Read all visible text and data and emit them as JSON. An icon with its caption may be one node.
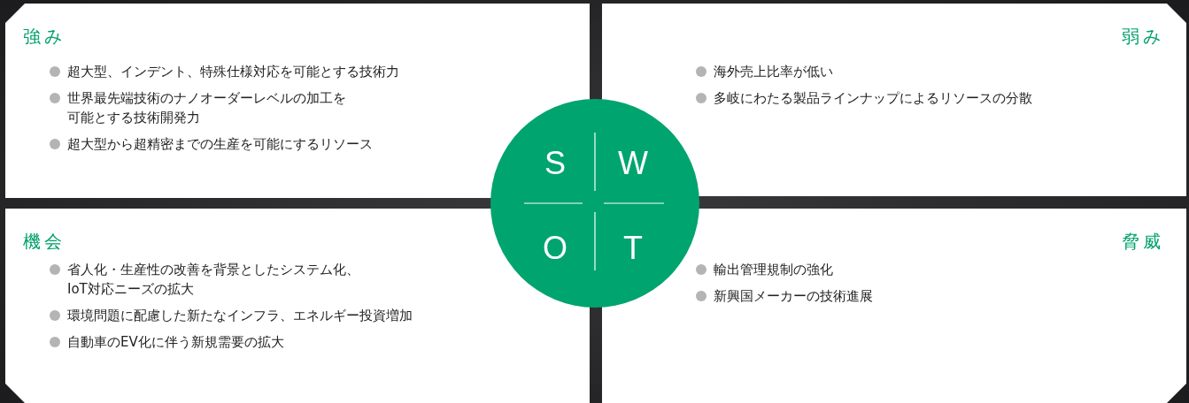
{
  "diagram": {
    "nodes": [
      {
        "text": [
          "強み",
          "超大型、インデント、特殊仕様対応を可能とする技術力",
          "世界最先端技術のナノオーダーレベルの加工を可能とする技術開発力",
          "超大型から超精密までの生産を可能にするリソース"
        ]
      },
      {
        "text": [
          "弱み",
          "海外売上比率が低い",
          "多岐にわたる製品ラインナップによるリソースの分散"
        ]
      },
      {
        "text": [
          "機会",
          "省人化・生産性の改善を背景としたシステム化、IoT対応ニーズの拡大",
          "環境問題に配慮した新たなインフラ、エネルギー投資増加",
          "自動車のEV化に伴う新規需要の拡大"
        ]
      },
      {
        "text": [
          "脅威",
          "輸出管理規制の強化",
          "新興国メーカーの技術進展"
        ]
      },
      {
        "text": [
          "S",
          "W",
          "O",
          "T"
        ]
      }
    ]
  }
}
